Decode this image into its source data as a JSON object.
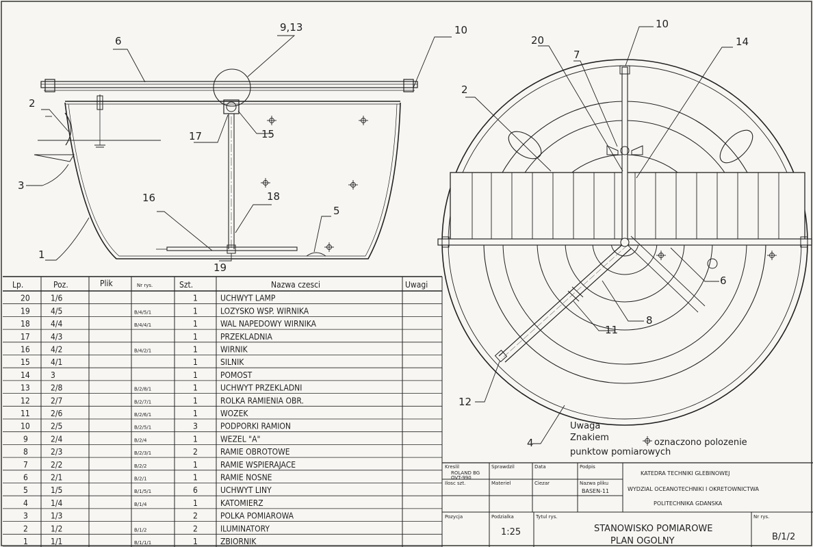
{
  "side_view_labels": {
    "l1": "1",
    "l2": "2",
    "l3": "3",
    "l5": "5",
    "l6": "6",
    "l9_13": "9,13",
    "l10": "10",
    "l15": "15",
    "l16": "16",
    "l17": "17",
    "l18": "18",
    "l19": "19"
  },
  "plan_view_labels": {
    "l2": "2",
    "l4": "4",
    "l6": "6",
    "l7": "7",
    "l8": "8",
    "l10": "10",
    "l11": "11",
    "l12": "12",
    "l14": "14",
    "l20": "20"
  },
  "note": {
    "line1": "Uwaga",
    "line2a": "Znakiem",
    "line2b": "oznaczono polozenie",
    "line3": "punktow pomiarowych"
  },
  "parts_table": {
    "headers": [
      "Lp.",
      "Poz.",
      "Plik",
      "Nr rys.",
      "Szt.",
      "Nazwa czesci",
      "Uwagi"
    ],
    "rows": [
      [
        "20",
        "1/6",
        "",
        "",
        "1",
        "UCHWYT LAMP",
        ""
      ],
      [
        "19",
        "4/5",
        "",
        "B/4/5/1",
        "1",
        "LOZYSKO WSP. WIRNIKA",
        ""
      ],
      [
        "18",
        "4/4",
        "",
        "B/4/4/1",
        "1",
        "WAL NAPEDOWY WIRNIKA",
        ""
      ],
      [
        "17",
        "4/3",
        "",
        "",
        "1",
        "PRZEKLADNIA",
        ""
      ],
      [
        "16",
        "4/2",
        "",
        "B/4/2/1",
        "1",
        "WIRNIK",
        ""
      ],
      [
        "15",
        "4/1",
        "",
        "",
        "1",
        "SILNIK",
        ""
      ],
      [
        "14",
        "3",
        "",
        "",
        "1",
        "POMOST",
        ""
      ],
      [
        "13",
        "2/8",
        "",
        "B/2/8/1",
        "1",
        "UCHWYT PRZEKLADNI",
        ""
      ],
      [
        "12",
        "2/7",
        "",
        "B/2/7/1",
        "1",
        "ROLKA RAMIENIA OBR.",
        ""
      ],
      [
        "11",
        "2/6",
        "",
        "B/2/6/1",
        "1",
        "WOZEK",
        ""
      ],
      [
        "10",
        "2/5",
        "",
        "B/2/5/1",
        "3",
        "PODPORKI RAMION",
        ""
      ],
      [
        "9",
        "2/4",
        "",
        "B/2/4",
        "1",
        "WEZEL \"A\"",
        ""
      ],
      [
        "8",
        "2/3",
        "",
        "B/2/3/1",
        "2",
        "RAMIE OBROTOWE",
        ""
      ],
      [
        "7",
        "2/2",
        "",
        "B/2/2",
        "1",
        "RAMIE WSPIERAJACE",
        ""
      ],
      [
        "6",
        "2/1",
        "",
        "B/2/1",
        "1",
        "RAMIE NOSNE",
        ""
      ],
      [
        "5",
        "1/5",
        "",
        "B/1/5/1",
        "6",
        "UCHWYT LINY",
        ""
      ],
      [
        "4",
        "1/4",
        "",
        "B/1/4",
        "1",
        "KATOMIERZ",
        ""
      ],
      [
        "3",
        "1/3",
        "",
        "",
        "2",
        "POLKA POMIAROWA",
        ""
      ],
      [
        "2",
        "1/2",
        "",
        "B/1/2",
        "2",
        "ILUMINATORY",
        ""
      ],
      [
        "1",
        "1/1",
        "",
        "B/1/1/1",
        "1",
        "ZBIORNIK",
        ""
      ]
    ]
  },
  "title_block": {
    "kreslil_label": "Kreslil",
    "kreslil_value_1": "ROLAND BG",
    "kreslil_value_2": "OVT-990",
    "sprawdzil_label": "Sprawdzil",
    "data_label": "Data",
    "podpis_label": "Podpis",
    "ilosc_label": "Ilosc szt.",
    "material_label": "Materiel",
    "ciezar_label": "Ciezar",
    "nazwa_pliku_label": "Nazwa pliku",
    "nazwa_pliku_value": "BASEN-11",
    "pozycja_label": "Pozycja",
    "podzialka_label": "Podzialka",
    "podzialka_value": "1:25",
    "tytul_label": "Tytul rys.",
    "nr_rys_label": "Nr rys.",
    "institution_1": "KATEDRA TECHNIKI GLEBINOWEJ",
    "institution_2": "WYDZIAL OCEANOTECHNIKI I OKRETOWNICTWA",
    "institution_3": "POLITECHNIKA GDANSKA",
    "title_1": "STANOWISKO POMIAROWE",
    "title_2": "PLAN OGOLNY",
    "drawing_number": "B/1/2"
  }
}
